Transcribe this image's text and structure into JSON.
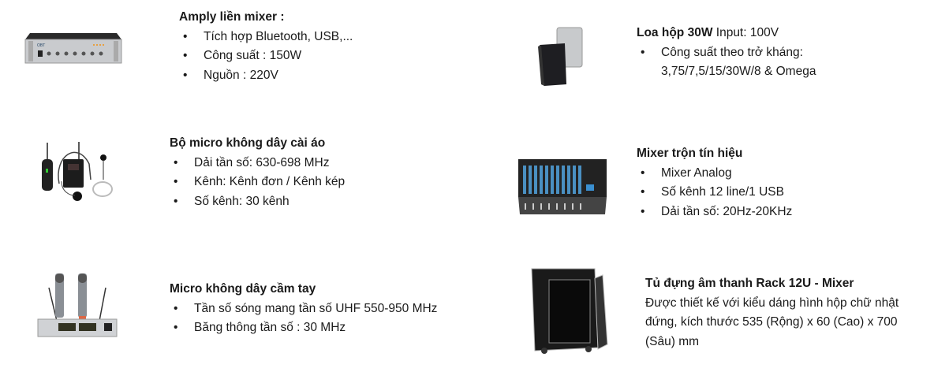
{
  "products": [
    {
      "title": "Amply liền mixer :",
      "bullets": [
        "Tích hợp Bluetooth, USB,...",
        "Công suất : 150W",
        "Nguồn : 220V"
      ],
      "image": "amplifier-mixer-image"
    },
    {
      "title": "Bộ micro không dây cài áo",
      "bullets": [
        "Dải tần số: 630-698 MHz",
        "Kênh: Kênh đơn / Kênh kép",
        "Số kênh: 30 kênh"
      ],
      "image": "lapel-wireless-mic-set-image"
    },
    {
      "title": "Micro không dây cầm tay",
      "bullets": [
        "Tần số sóng mang tần số UHF 550-950 MHz",
        "Băng thông tần số : 30 MHz"
      ],
      "image": "handheld-wireless-mic-image"
    },
    {
      "title": "Loa hộp 30W",
      "title_suffix": "Input: 100V",
      "bullets": [
        "Công suất theo trở kháng:"
      ],
      "continuation": "3,75/7,5/15/30W/8 & Omega",
      "image": "box-speaker-image"
    },
    {
      "title": "Mixer trộn tín hiệu",
      "bullets": [
        "Mixer Analog",
        "Số kênh 12 line/1 USB",
        "Dải tần số: 20Hz-20KHz"
      ],
      "image": "audio-mixer-image"
    },
    {
      "title": "Tủ đựng âm thanh Rack 12U - Mixer",
      "paragraph": [
        "Được thiết kế với kiểu dáng hình hộp chữ nhật",
        "đứng, kích thước 535 (Rộng) x 60 (Cao) x 700",
        "(Sâu) mm"
      ],
      "image": "rack-case-image"
    }
  ]
}
